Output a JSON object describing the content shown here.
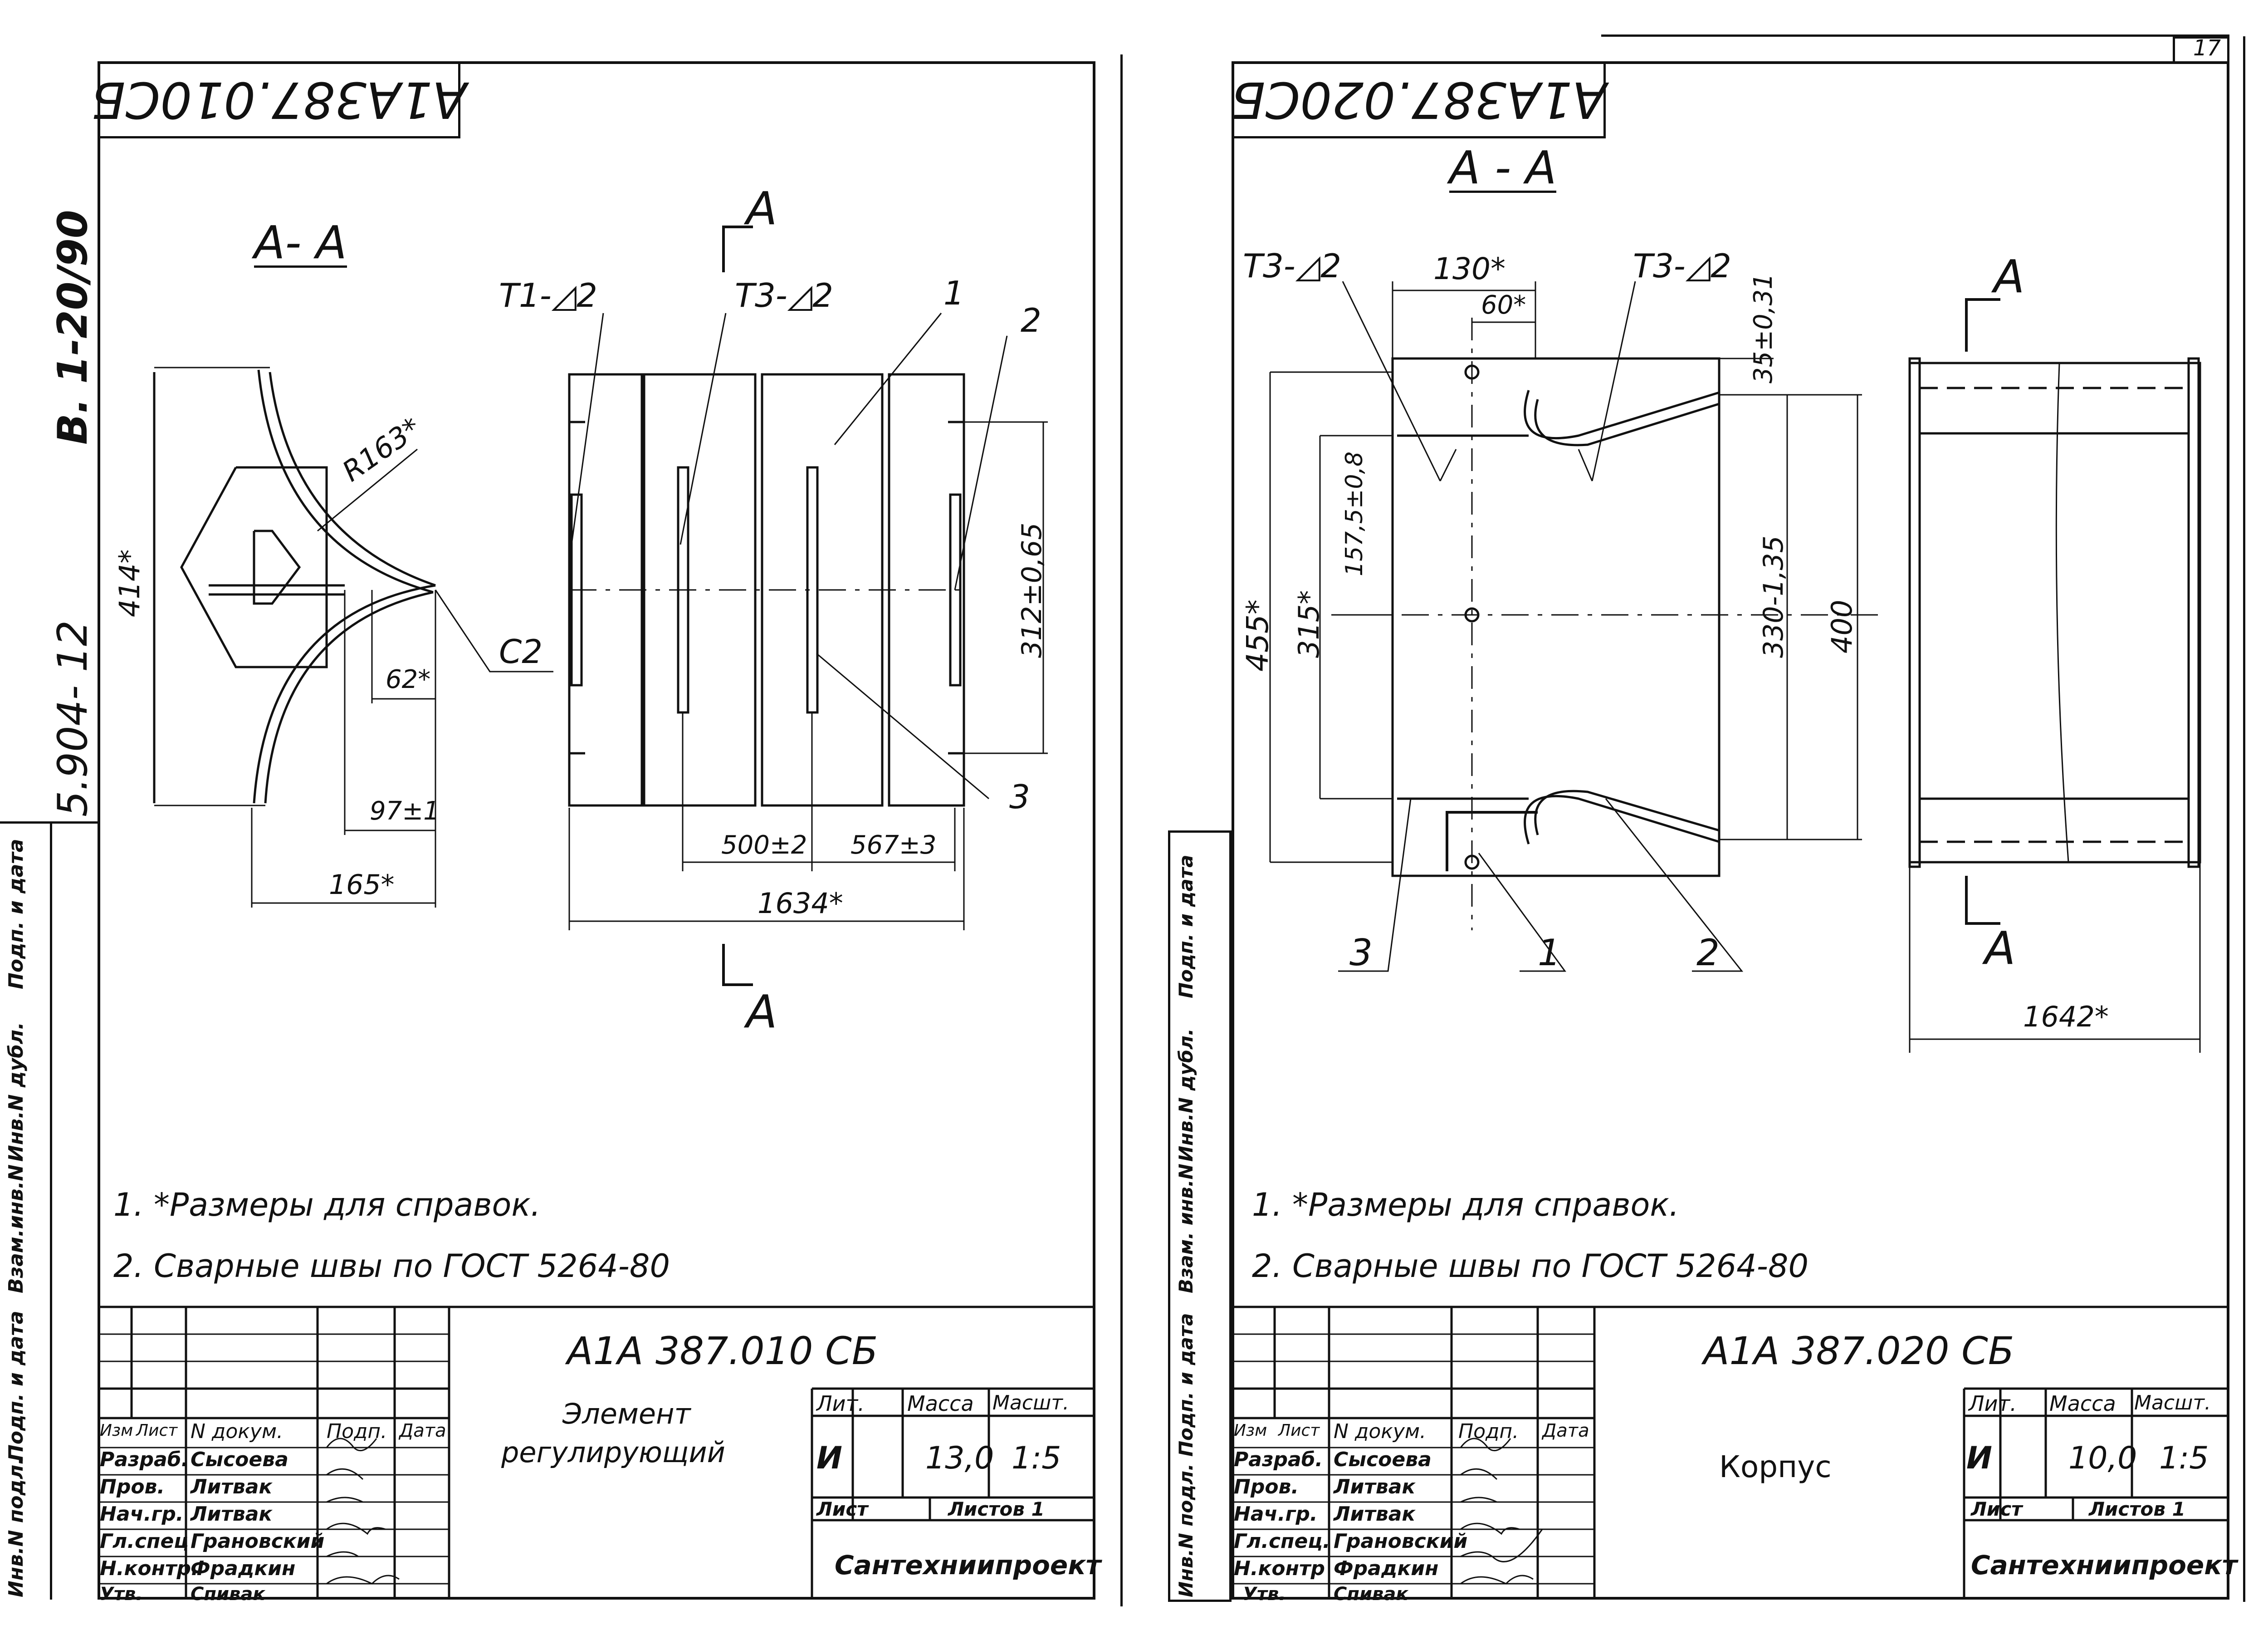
{
  "sheet_number": "17",
  "binding": {
    "series": "В. 1-20/90",
    "code": "5.904- 12",
    "margin_labels": [
      "Инв.N подл.",
      "Подп. и дата",
      "Взам.инв.N",
      "Инв.N дубл.",
      "Подп. и дата"
    ],
    "margin_labels_right": [
      "Инв.N подл.",
      "Подп. и дата",
      "Взам. инв.N",
      "Инв.N дубл.",
      "Подп. и дата"
    ]
  },
  "left_sheet": {
    "stamp_top": "А1А387.010СБ",
    "section_left": "А- А",
    "section_mark": "А",
    "labels": {
      "t1": "Т1-◿2",
      "t3": "Т3-◿2",
      "r": "R163*",
      "c2": "С2",
      "d414": "414*",
      "d62": "62*",
      "d97": "97±1",
      "d165": "165*",
      "d312": "312±0,65",
      "d500": "500±2",
      "d567": "567±3",
      "d1634": "1634*",
      "p1": "1",
      "p2": "2",
      "p3": "3"
    },
    "notes": [
      "1. *Размеры для справок.",
      "2. Сварные швы по ГОСТ 5264-80"
    ],
    "title_block": {
      "designation": "А1А 387.010 СБ",
      "name_line1": "Элемент",
      "name_line2": "регулирующий",
      "header": [
        "Изм",
        "Лист",
        "N докум.",
        "Подп.",
        "Дата"
      ],
      "rows": [
        {
          "role": "Разраб.",
          "name": "Сысоева"
        },
        {
          "role": "Пров.",
          "name": "Литвак"
        },
        {
          "role": "Нач.гр.",
          "name": "Литвак"
        },
        {
          "role": "Гл.спец",
          "name": "Грановский"
        },
        {
          "role": "Н.контр.",
          "name": "Фрадкин"
        },
        {
          "role": "Утв.",
          "name": "Спивак"
        }
      ],
      "lit_label": "Лит.",
      "mass_label": "Масса",
      "scale_label": "Масшт.",
      "lit_value": "И",
      "mass_value": "13,0",
      "scale_value": "1:5",
      "sheet_label": "Лист",
      "sheets_label": "Листов 1",
      "org": "Сантехниипроект"
    }
  },
  "right_sheet": {
    "stamp_top": "А1А387.020СБ",
    "section_top": "А - А",
    "section_mark": "А",
    "labels": {
      "t3a": "Т3-◿2",
      "t3b": "Т3-◿2",
      "d130": "130*",
      "d60": "60*",
      "d35": "35±0,31",
      "d455": "455*",
      "d315": "315*",
      "d157": "157,5±0,8",
      "d330": "330-1,35",
      "d400": "400",
      "d1642": "1642*",
      "p1": "1",
      "p2": "2",
      "p3": "3"
    },
    "notes": [
      "1. *Размеры для справок.",
      "2. Сварные швы по ГОСТ 5264-80"
    ],
    "title_block": {
      "designation": "А1А 387.020 СБ",
      "name_line1": "Корпус",
      "header": [
        "Изм",
        "Лист",
        "N докум.",
        "Подп.",
        "Дата"
      ],
      "rows": [
        {
          "role": "Разраб.",
          "name": "Сысоева"
        },
        {
          "role": "Пров.",
          "name": "Литвак"
        },
        {
          "role": "Нач.гр.",
          "name": "Литвак"
        },
        {
          "role": "Гл.спец.",
          "name": "Грановский"
        },
        {
          "role": "Н.контр",
          "name": "Фрадкин"
        },
        {
          "role": "Утв.",
          "name": "Спивак"
        }
      ],
      "lit_label": "Лит.",
      "mass_label": "Масса",
      "scale_label": "Масшт.",
      "lit_value": "И",
      "mass_value": "10,0",
      "scale_value": "1:5",
      "sheet_label": "Лист",
      "sheets_label": "Листов 1",
      "org": "Сантехниипроект"
    }
  }
}
